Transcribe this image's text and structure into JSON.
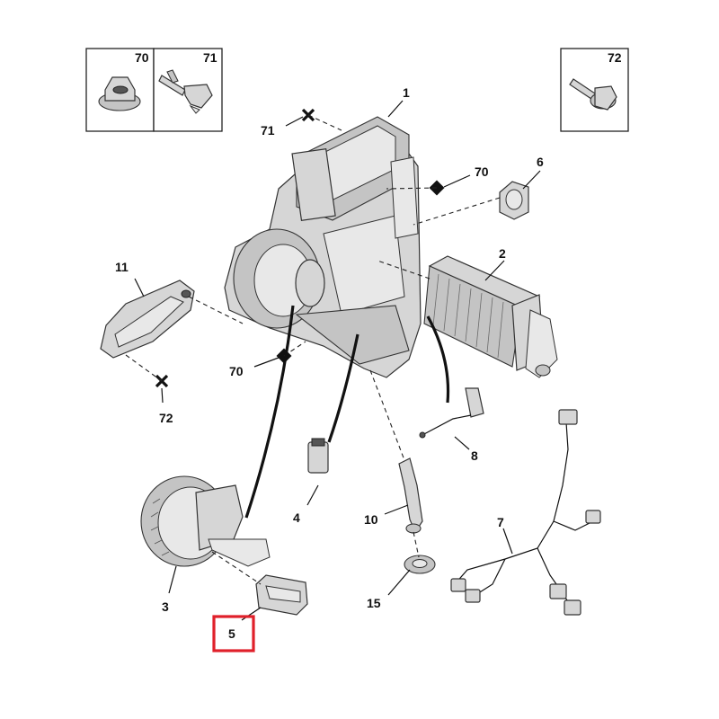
{
  "callouts": {
    "c1": "1",
    "c2": "2",
    "c3": "3",
    "c4": "4",
    "c5": "5",
    "c6": "6",
    "c7": "7",
    "c8": "8",
    "c10": "10",
    "c11": "11",
    "c15": "15",
    "c70a": "70",
    "c70b": "70",
    "c71": "71",
    "c72b": "72"
  },
  "legend": {
    "box70": "70",
    "box71": "71",
    "box72": "72"
  },
  "highlight_color": "#e0202a",
  "highlighted_part": "5"
}
